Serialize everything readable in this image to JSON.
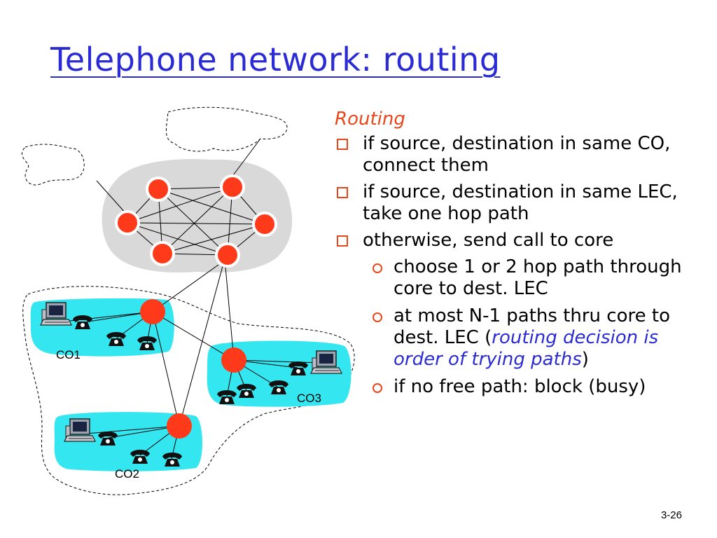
{
  "title": "Telephone network: routing",
  "slide_number": "3-26",
  "heading": "Routing",
  "bullets": {
    "b1": "if source, destination in same CO, connect them",
    "b2": "if source, destination in same LEC, take one hop path",
    "b3": "otherwise, send call to core",
    "s1": "choose 1 or 2 hop path through core to dest. LEC",
    "s2_pre": "at most N-1 paths thru core to dest. LEC (",
    "s2_em": "routing decision is order of trying paths",
    "s2_post": ")",
    "s3": "if no free path: block (busy)"
  },
  "diagram": {
    "co_labels": [
      "CO1",
      "CO2",
      "CO3"
    ]
  },
  "colors": {
    "title": "#2b2bd6",
    "accent": "#e8471b",
    "core_cloud": "#d9d9d9",
    "co_area": "#33e6f0",
    "node": "#ff3a1a"
  }
}
